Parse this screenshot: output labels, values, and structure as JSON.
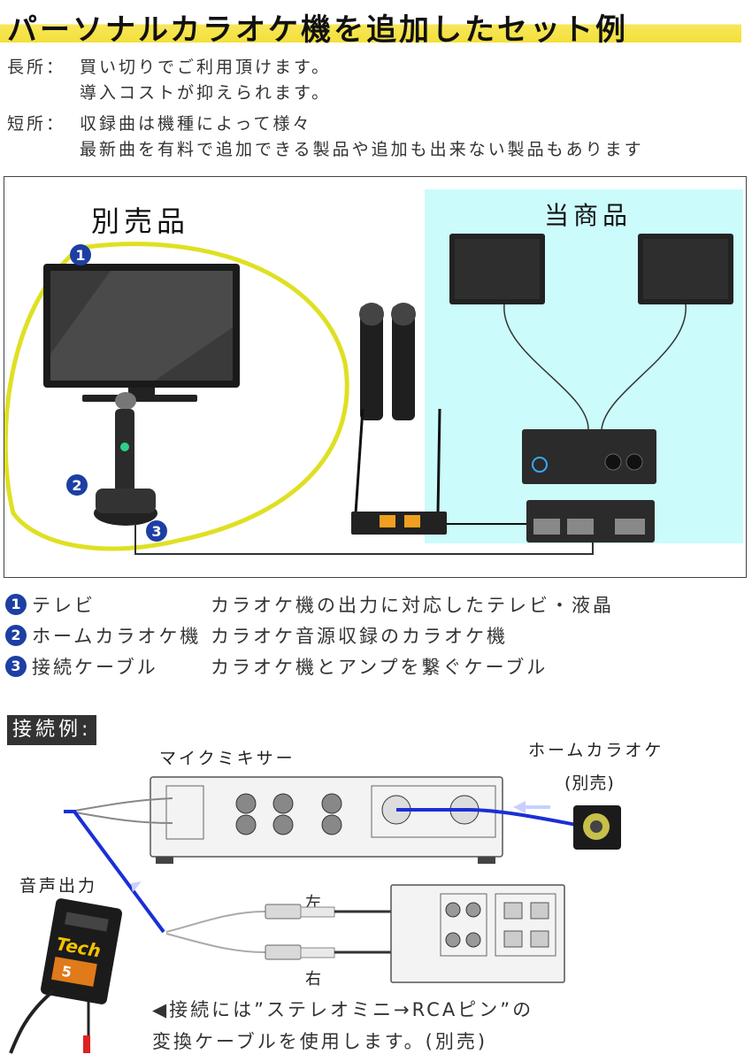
{
  "title": "パーソナルカラオケ機を追加したセット例",
  "pros": {
    "key": "長所：",
    "lines": [
      "買い切りでご利用頂けます。",
      "導入コストが抑えられます。"
    ]
  },
  "cons": {
    "key": "短所：",
    "lines": [
      "収録曲は機種によって様々",
      "最新曲を有料で追加できる製品や追加も出来ない製品もあります"
    ]
  },
  "diagram": {
    "sold_separately": "別売品",
    "this_product": "当商品",
    "badges": [
      "1",
      "2",
      "3"
    ]
  },
  "legend": [
    {
      "num": "1",
      "name": "テレビ",
      "desc": "カラオケ機の出力に対応したテレビ・液晶"
    },
    {
      "num": "2",
      "name": "ホームカラオケ機",
      "desc": "カラオケ音源収録のカラオケ機"
    },
    {
      "num": "3",
      "name": "接続ケーブル",
      "desc": "カラオケ機とアンプを繋ぐケーブル"
    }
  ],
  "connection": {
    "heading": "接続例:",
    "mixer_label": "マイクミキサー",
    "karaoke_label": "ホームカラオケ",
    "karaoke_note": "(別売)",
    "audio_out": "音声出力",
    "left": "左",
    "right": "右",
    "cable_brand": "Tech",
    "cable_number": "5",
    "note_lines": [
      "◀接続には”ステレオミニ→RCAピン”の",
      "変換ケーブルを使用します。(別売)"
    ]
  },
  "colors": {
    "highlight": "#f3df3a",
    "badge": "#1d3fa3",
    "product_bg": "#ccfbfb",
    "cable_blue": "#1a2fd6",
    "loop": "#dfe023"
  }
}
